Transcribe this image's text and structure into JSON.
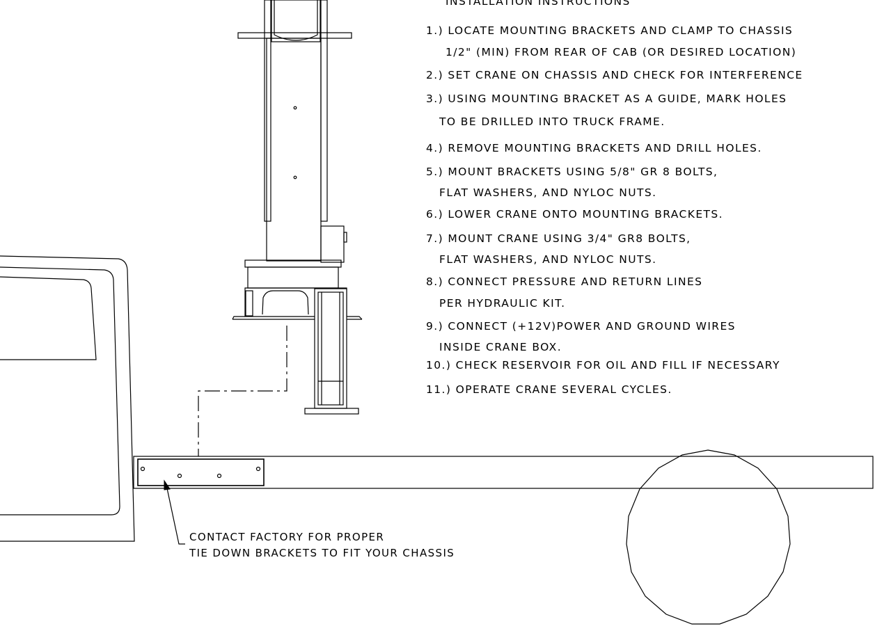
{
  "instructions": {
    "heading": "INSTALLATION  INSTRUCTIONS",
    "steps": [
      "1.)  LOCATE  MOUNTING  BRACKETS  AND  CLAMP  TO  CHASSIS",
      "1/2\"  (MIN)  FROM  REAR  OF  CAB  (OR  DESIRED  LOCATION)",
      "2.)  SET  CRANE  ON  CHASSIS  AND  CHECK  FOR  INTERFERENCE",
      "3.)  USING  MOUNTING  BRACKET  AS  A  GUIDE,  MARK  HOLES",
      "TO  BE  DRILLED  INTO  TRUCK  FRAME.",
      "4.)  REMOVE  MOUNTING  BRACKETS  AND  DRILL  HOLES.",
      "5.)  MOUNT  BRACKETS  USING  5/8\"  GR  8  BOLTS,",
      "FLAT  WASHERS,  AND  NYLOC  NUTS.",
      "6.)  LOWER  CRANE  ONTO  MOUNTING  BRACKETS.",
      "7.)  MOUNT  CRANE  USING  3/4\"  GR8  BOLTS,",
      "FLAT  WASHERS,  AND  NYLOC  NUTS.",
      "8.)  CONNECT  PRESSURE  AND  RETURN  LINES",
      "PER  HYDRAULIC  KIT.",
      "9.)  CONNECT  (+12V)POWER  AND  GROUND  WIRES",
      "INSIDE  CRANE  BOX.",
      "10.)  CHECK  RESERVOIR  FOR  OIL  AND  FILL  IF  NECESSARY",
      "11.)  OPERATE  CRANE  SEVERAL  CYCLES."
    ]
  },
  "callout": {
    "line1": "CONTACT  FACTORY  FOR  PROPER",
    "line2": "TIE  DOWN  BRACKETS  TO  FIT  YOUR  CHASSIS"
  }
}
